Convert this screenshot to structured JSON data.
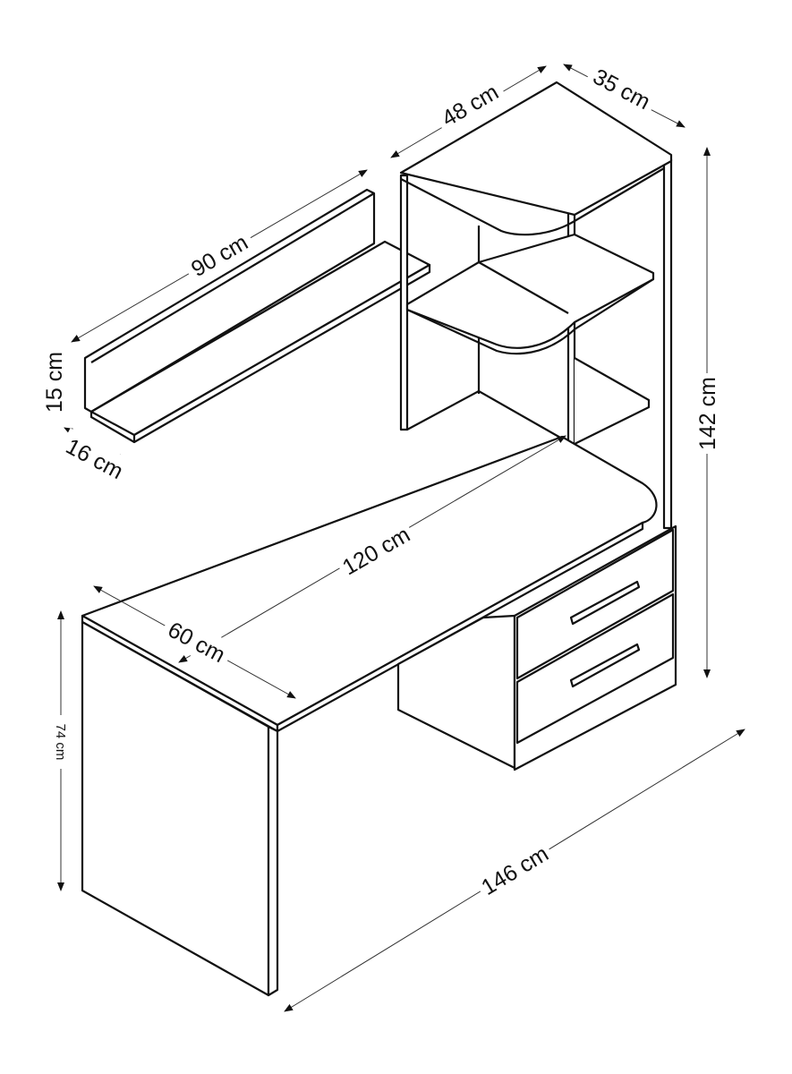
{
  "dimensions": {
    "hutch_width": "48 cm",
    "hutch_depth": "35 cm",
    "shelf_width": "90 cm",
    "shelf_height": "15 cm",
    "shelf_depth": "16 cm",
    "total_height": "142 cm",
    "desk_width": "120 cm",
    "desk_depth": "60 cm",
    "desk_height": "74 cm",
    "total_width": "146 cm"
  }
}
